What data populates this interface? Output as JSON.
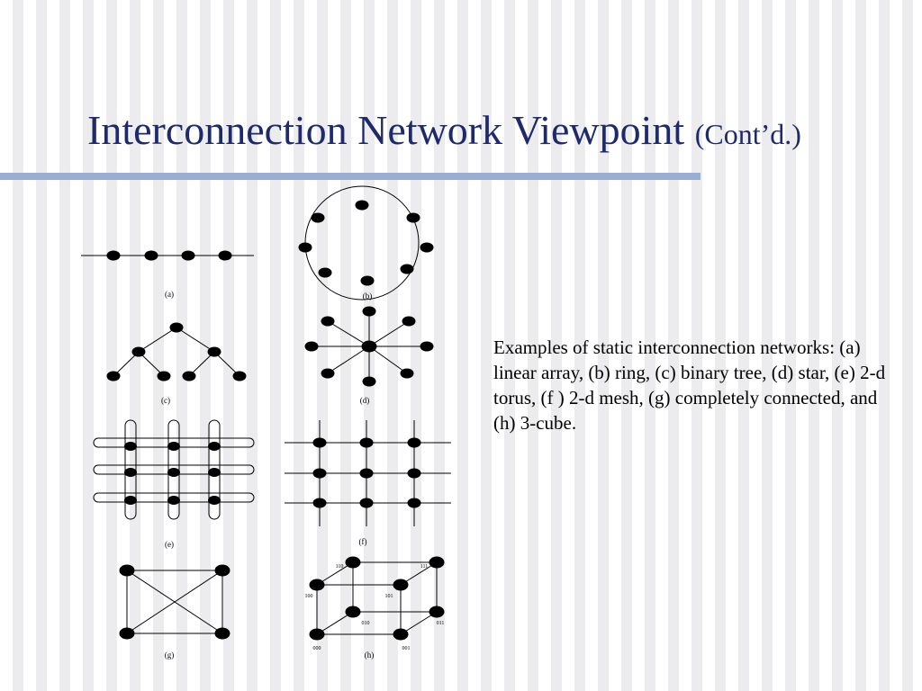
{
  "slide": {
    "title_main": "Interconnection Network Viewpoint",
    "title_sub": "(Cont’d.)",
    "caption": "Examples of static interconnection networks: (a) linear array, (b) ring, (c) binary tree, (d) star, (e) 2-d torus, (f ) 2-d mesh, (g) completely connected, and (h) 3-cube.",
    "colors": {
      "title": "#1f2a6b",
      "rule": "#9aaed1",
      "node": "#000000"
    }
  },
  "figures": {
    "a": "(a)",
    "b": "(b)",
    "c": "(c)",
    "d": "(d)",
    "e": "(e)",
    "f": "(f)",
    "g": "(g)",
    "h": "(h)"
  },
  "cube_labels": {
    "n000": "000",
    "n001": "001",
    "n010": "010",
    "n011": "011",
    "n100": "100",
    "n101": "101",
    "n110": "110",
    "n111": "111"
  }
}
